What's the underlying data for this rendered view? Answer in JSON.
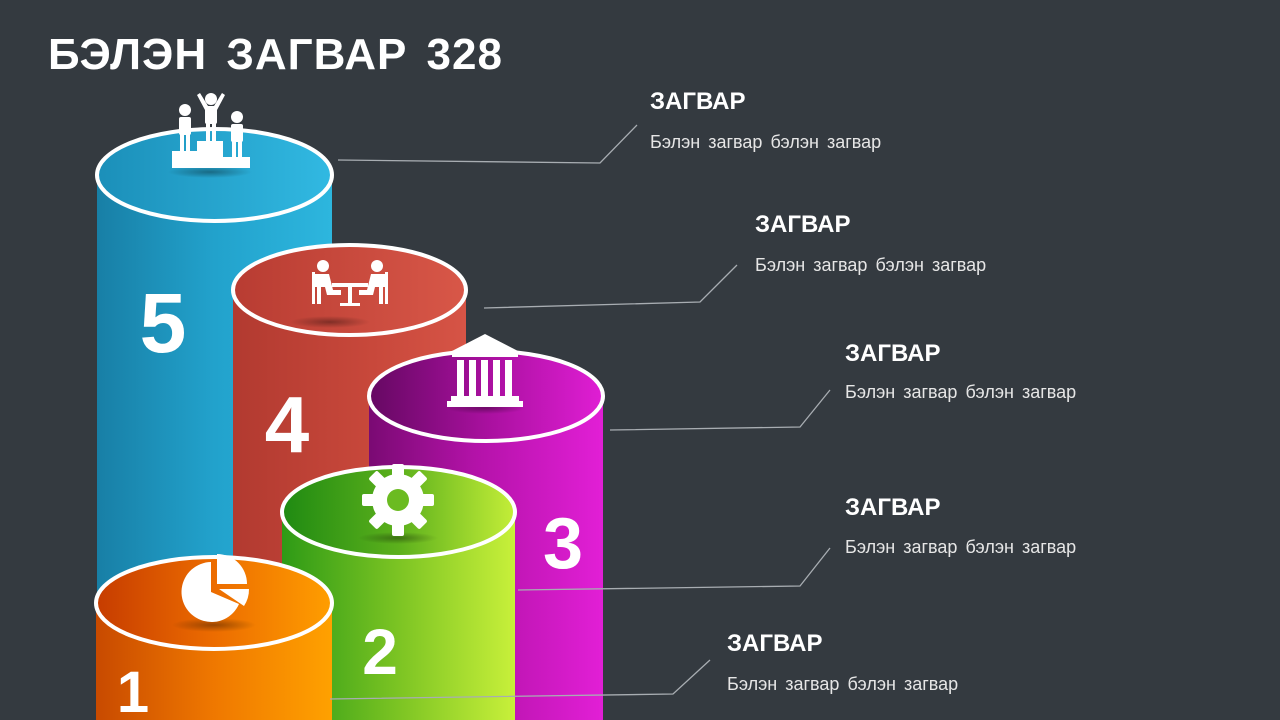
{
  "title": "БЭЛЭН ЗАГВАР 328",
  "colors": {
    "background": "#343a40",
    "step1": "#f07f00",
    "step2": "#7cc423",
    "step3": "#c615b8",
    "step4": "#c8483b",
    "step5": "#1f9bc6"
  },
  "steps": [
    {
      "number": "5",
      "icon": "podium-people-icon"
    },
    {
      "number": "4",
      "icon": "meeting-table-icon"
    },
    {
      "number": "3",
      "icon": "bank-building-icon"
    },
    {
      "number": "2",
      "icon": "gear-icon"
    },
    {
      "number": "1",
      "icon": "pie-chart-icon"
    }
  ],
  "items": [
    {
      "title": "ЗАГВАР",
      "desc": "Бэлэн загвар бэлэн загвар"
    },
    {
      "title": "ЗАГВАР",
      "desc": "Бэлэн загвар бэлэн загвар"
    },
    {
      "title": "ЗАГВАР",
      "desc": "Бэлэн загвар бэлэн загвар"
    },
    {
      "title": "ЗАГВАР",
      "desc": "Бэлэн загвар бэлэн загвар"
    },
    {
      "title": "ЗАГВАР",
      "desc": "Бэлэн загвар бэлэн загвар"
    }
  ]
}
